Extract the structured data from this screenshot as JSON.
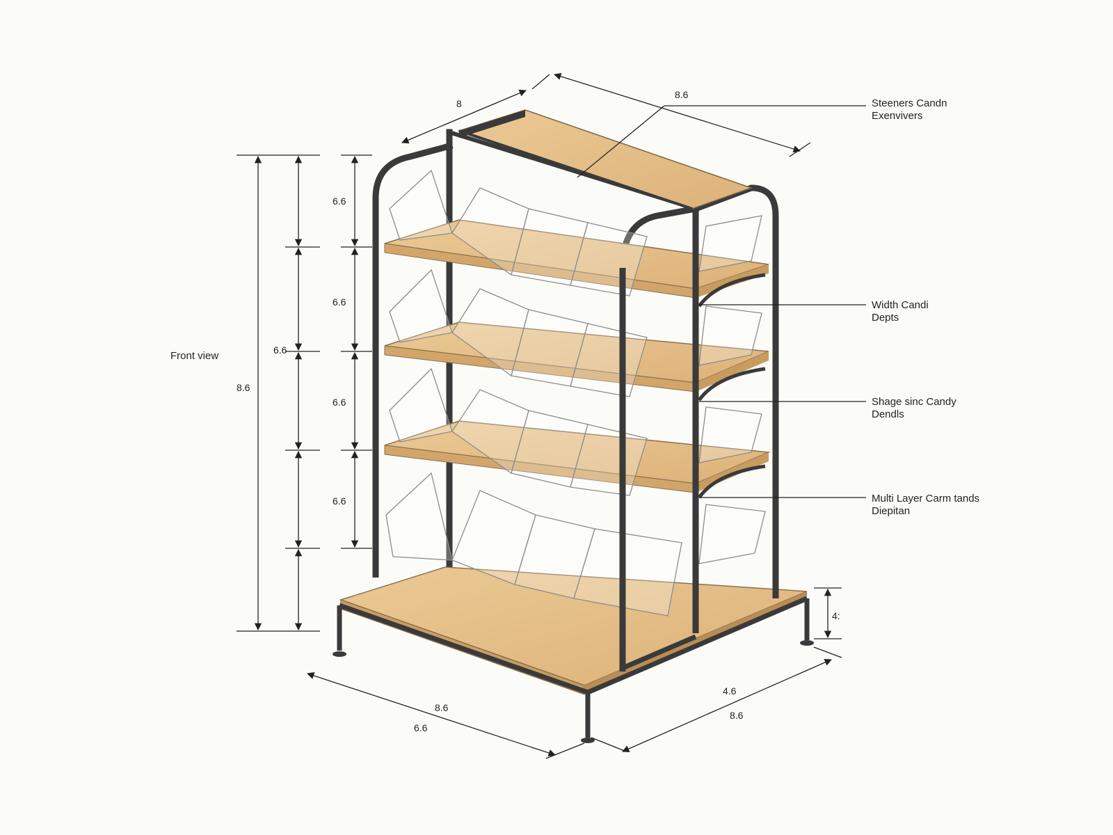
{
  "diagram": {
    "view_label": "Front view",
    "colors": {
      "background": "#fbfbf8",
      "frame": "#3a3a3a",
      "wood": "#e3bd86",
      "wood_edge": "#c79c5e",
      "bin": "#9a9a9a",
      "dimension_line": "#222222"
    },
    "dimensions": {
      "top_depth": "8",
      "top_width": "8.6",
      "overall_height": "8.6",
      "tier_height_inner": "6.6",
      "tier_height_1": "6.6",
      "tier_height_2": "6.6",
      "tier_height_3": "6.6",
      "tier_height_4": "6.6",
      "base_height": "4:",
      "bottom_front_1": "8.6",
      "bottom_front_2": "6.6",
      "bottom_side_1": "4.6",
      "bottom_side_2": "8.6"
    },
    "callouts": [
      {
        "line1": "Steeners Candn",
        "line2": "Exenvivers"
      },
      {
        "line1": "Width Candi",
        "line2": "Depts"
      },
      {
        "line1": "Shage sinc Candy",
        "line2": "Dendls"
      },
      {
        "line1": "Multi Layer Carm tands",
        "line2": "Diepitan"
      }
    ]
  }
}
